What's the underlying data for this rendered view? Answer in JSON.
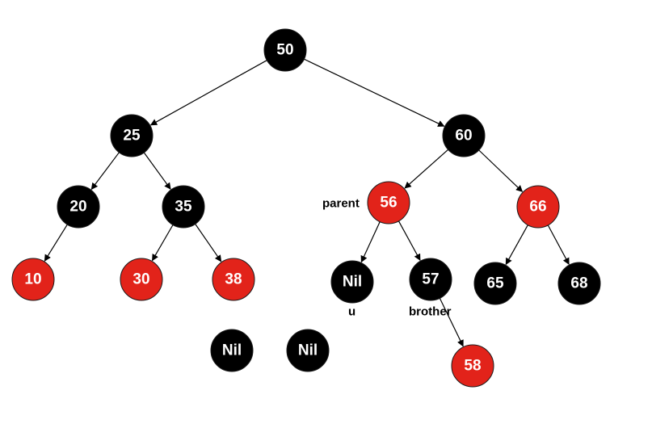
{
  "colors": {
    "black": "#000000",
    "red": "#e2231a",
    "text": "#ffffff"
  },
  "nodes": [
    {
      "id": "n50",
      "value": "50",
      "color": "black"
    },
    {
      "id": "n25",
      "value": "25",
      "color": "black"
    },
    {
      "id": "n60",
      "value": "60",
      "color": "black"
    },
    {
      "id": "n20",
      "value": "20",
      "color": "black"
    },
    {
      "id": "n35",
      "value": "35",
      "color": "black"
    },
    {
      "id": "n56",
      "value": "56",
      "color": "red"
    },
    {
      "id": "n66",
      "value": "66",
      "color": "red"
    },
    {
      "id": "n10",
      "value": "10",
      "color": "red"
    },
    {
      "id": "n30",
      "value": "30",
      "color": "red"
    },
    {
      "id": "n38",
      "value": "38",
      "color": "red"
    },
    {
      "id": "nil1",
      "value": "Nil",
      "color": "black"
    },
    {
      "id": "n57",
      "value": "57",
      "color": "black"
    },
    {
      "id": "n65",
      "value": "65",
      "color": "black"
    },
    {
      "id": "n68",
      "value": "68",
      "color": "black"
    },
    {
      "id": "nil2",
      "value": "Nil",
      "color": "black"
    },
    {
      "id": "nil3",
      "value": "Nil",
      "color": "black"
    },
    {
      "id": "n58",
      "value": "58",
      "color": "red"
    }
  ],
  "edges": [
    [
      "n50",
      "n25"
    ],
    [
      "n50",
      "n60"
    ],
    [
      "n25",
      "n20"
    ],
    [
      "n25",
      "n35"
    ],
    [
      "n20",
      "n10"
    ],
    [
      "n35",
      "n30"
    ],
    [
      "n35",
      "n38"
    ],
    [
      "n60",
      "n56"
    ],
    [
      "n60",
      "n66"
    ],
    [
      "n56",
      "nil1"
    ],
    [
      "n56",
      "n57"
    ],
    [
      "n66",
      "n65"
    ],
    [
      "n66",
      "n68"
    ],
    [
      "n57",
      "n58"
    ]
  ],
  "labels": {
    "parent": "parent",
    "u": "u",
    "brother": "brother"
  }
}
